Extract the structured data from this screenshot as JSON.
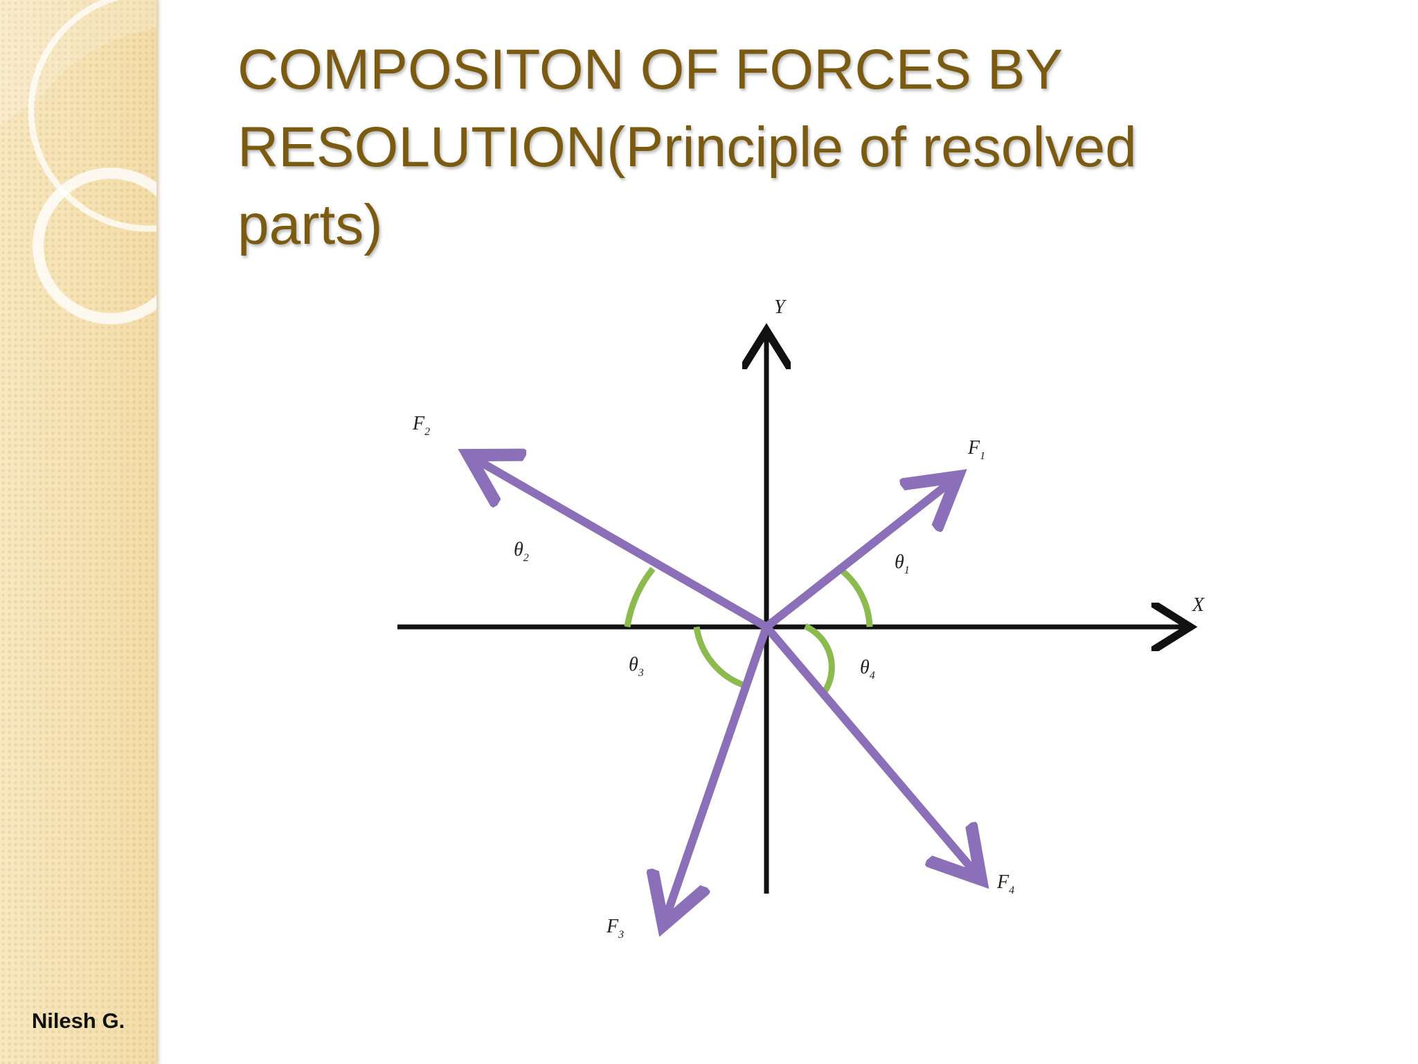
{
  "slide": {
    "title": "COMPOSITON OF FORCES BY RESOLUTION(Principle of resolved parts)",
    "author": "Nilesh G."
  },
  "diagram": {
    "axes": {
      "x_label": "X",
      "y_label": "Y"
    },
    "forces": [
      {
        "name": "F",
        "sub": "1",
        "angle_name": "θ",
        "angle_sub": "1"
      },
      {
        "name": "F",
        "sub": "2",
        "angle_name": "θ",
        "angle_sub": "2"
      },
      {
        "name": "F",
        "sub": "3",
        "angle_name": "θ",
        "angle_sub": "3"
      },
      {
        "name": "F",
        "sub": "4",
        "angle_name": "θ",
        "angle_sub": "4"
      }
    ],
    "colors": {
      "force": "#8b6fb8",
      "angle_arc": "#8dba4f",
      "axis": "#111111",
      "title": "#7b5b12"
    }
  }
}
